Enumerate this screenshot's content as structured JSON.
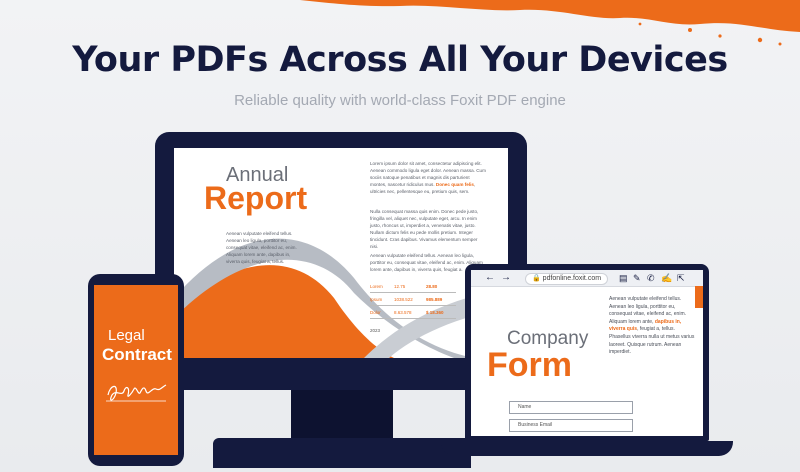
{
  "hero": {
    "title": "Your PDFs Across All Your Devices",
    "subtitle": "Reliable quality with world-class Foxit PDF engine"
  },
  "colors": {
    "brand_orange": "#ec6b1a",
    "navy": "#141a3e",
    "gray_text": "#a4a9b3"
  },
  "monitor": {
    "heading_light": "Annual",
    "heading_bold": "Report",
    "para1_a": "Lorem ipsum dolor sit amet, consectetur adipiscing elit. Aenean commodo ligula eget dolor. Aenean massa. Cum sociis natoque penatibus et magnis dis parturient montes, nascetur ridiculus mus.",
    "para1_highlight": "Donec quam felis",
    "para1_b": ", ultricies nec, pellentesque eu, pretium quis, sem.",
    "para2": "Nulla consequat massa quis enim. Donec pede justo, fringilla vel, aliquet nec, vulputate eget, arcu. In enim justo, rhoncus ut, imperdiet a, venenatis vitae, justo. Nullam dictum felis eu pede mollis pretium. Integer tincidunt. Cras dapibus. Vivamus elementum semper nisi.",
    "para3": "Aenean vulputate eleifend tellus. Aenean leo ligula, porttitor eu, consequat vitae, eleifend ac, enim. Aliquam lorem ante, dapibus in, viverra quis, feugiat a.",
    "left_para": "Aenean vulputate eleifend tellus. Aenean leo ligula, porttitor eu, consequat vitae, eleifend ac, enim. Aliquam lorem ante, dapibus in, viverra quis, feugiat a, tellus.",
    "table_rows": [
      [
        "Lorem",
        "12.75",
        "28.80"
      ],
      [
        "Ipsum",
        "1038.522",
        "985.889"
      ],
      [
        "Dolor",
        "8.63.578",
        "$ 18.360"
      ]
    ],
    "year": "2023"
  },
  "laptop": {
    "url": "pdfonline.foxit.com",
    "heading_light": "Company",
    "heading_bold": "Form",
    "lorem_a": "Aenean vulputate eleifend tellus. Aenean leo ligula, porttitor eu, consequat vitae, eleifend ac, enim. Aliquam lorem ante,",
    "lorem_highlight": "dapibus in, viverra quis",
    "lorem_b": ", feugiat a, tellus. Phasellus viverra nulla ut metus varius laoreet. Quisque rutrum. Aenean imperdiet.",
    "field_name": "Name",
    "field_email": "Business Email"
  },
  "phone": {
    "heading_light": "Legal",
    "heading_bold": "Contract"
  }
}
